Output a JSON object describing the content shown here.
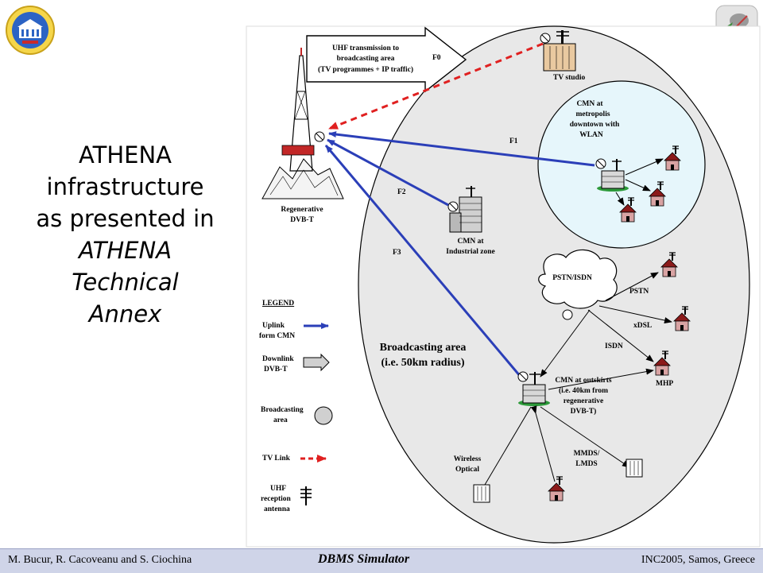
{
  "slide": {
    "title_line1": "ATHENA",
    "title_line2": "infrastructure",
    "title_line3": "as presented in",
    "title_line4": "ATHENA",
    "title_line5": "Technical",
    "title_line6": "Annex"
  },
  "diagram": {
    "uhf_box_line1": "UHF transmission to",
    "uhf_box_line2": "broadcasting area",
    "uhf_box_line3": "(TV programmes + IP traffic)",
    "f0": "F0",
    "f1": "F1",
    "f2": "F2",
    "f3": "F3",
    "tv_studio": "TV studio",
    "regen_line1": "Regenerative",
    "regen_line2": "DVB-T",
    "metro_line1": "CMN at",
    "metro_line2": "metropolis",
    "metro_line3": "downtown with",
    "metro_line4": "WLAN",
    "industrial_line1": "CMN at",
    "industrial_line2": "Industrial zone",
    "pstn_isdn": "PSTN/ISDN",
    "pstn": "PSTN",
    "xdsl": "xDSL",
    "isdn": "ISDN",
    "mhp": "MHP",
    "broadcast_line1": "Broadcasting area",
    "broadcast_line2": "(i.e. 50km radius)",
    "outskirts_line1": "CMN at outskirts",
    "outskirts_line2": "(i.e. 40km from",
    "outskirts_line3": "regenerative",
    "outskirts_line4": "DVB-T)",
    "wireless_line1": "Wireless",
    "wireless_line2": "Optical",
    "mmds_line1": "MMDS/",
    "mmds_line2": "LMDS"
  },
  "legend": {
    "title": "LEGEND",
    "uplink_line1": "Uplink",
    "uplink_line2": "form CMN",
    "downlink_line1": "Downlink",
    "downlink_line2": "DVB-T",
    "broadcast_line1": "Broadcasting",
    "broadcast_line2": "area",
    "tvlink": "TV Link",
    "uhf_line1": "UHF",
    "uhf_line2": "reception",
    "uhf_line3": "antenna"
  },
  "footer": {
    "authors": "M. Bucur, R. Cacoveanu and S. Ciochina",
    "center": "DBMS Simulator",
    "right": "INC2005, Samos, Greece"
  },
  "colors": {
    "uplink": "#2b3fb8",
    "tv_link": "#e02020",
    "area_fill": "#e8e8e8",
    "metro_fill": "#e6f6fb",
    "footer_bg": "#cfd4e8"
  }
}
